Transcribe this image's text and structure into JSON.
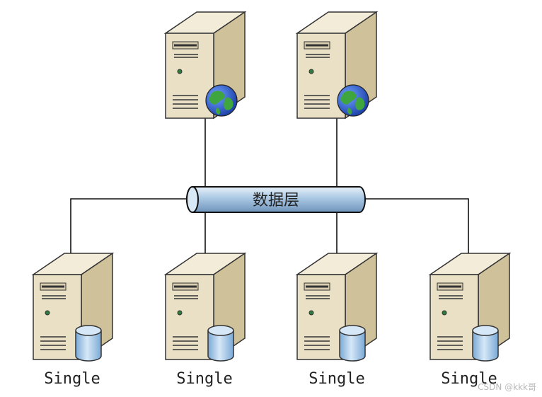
{
  "bus": {
    "label": "数据层"
  },
  "top_servers": [
    {
      "icon": "web-server-globe-icon"
    },
    {
      "icon": "web-server-globe-icon"
    }
  ],
  "bottom_servers": [
    {
      "label": "Single",
      "icon": "db-server-icon"
    },
    {
      "label": "Single",
      "icon": "db-server-icon"
    },
    {
      "label": "Single",
      "icon": "db-server-icon"
    },
    {
      "label": "Single",
      "icon": "db-server-icon"
    }
  ],
  "watermark": "CSDN @kkk哥",
  "colors": {
    "server_front": "#e9e0c6",
    "server_side": "#cfc19a",
    "server_top": "#f3ecd8",
    "bus": "#a9c7e3",
    "db": "#a9cdeb",
    "globe_ocean": "#2a5bd7",
    "globe_land": "#3fa53f"
  }
}
